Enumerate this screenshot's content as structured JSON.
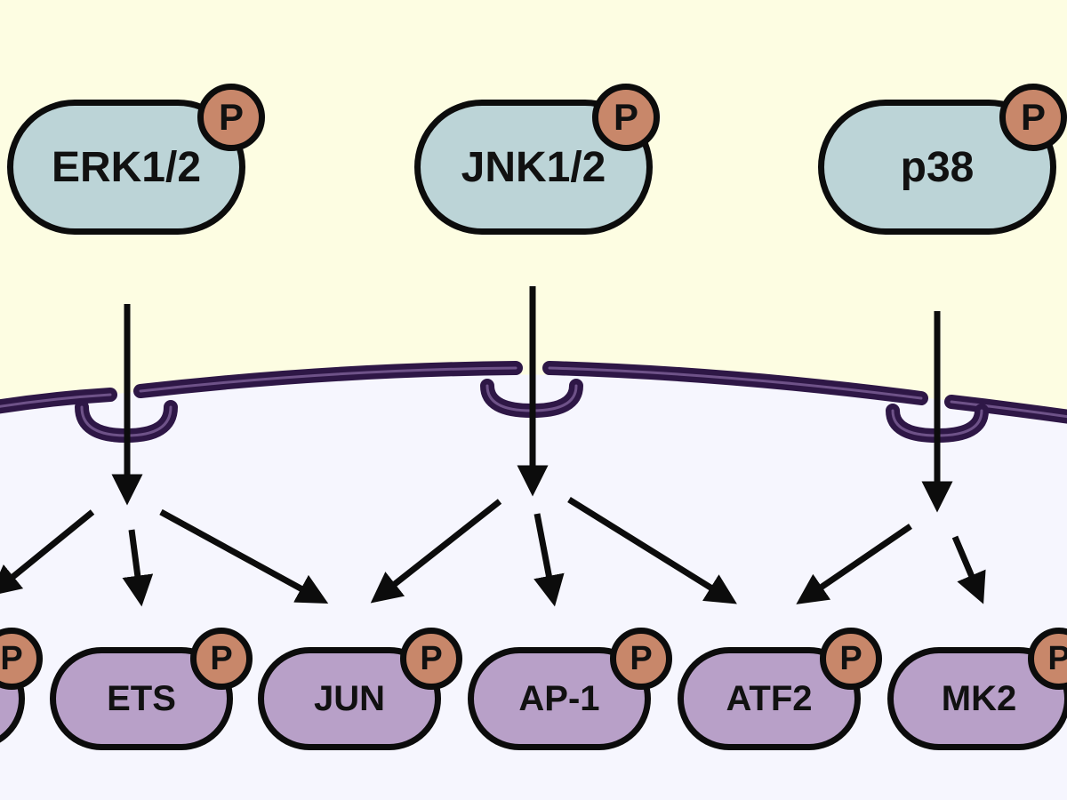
{
  "colors": {
    "cytoplasm": "#fdfde2",
    "nucleus": "#f6f6fe",
    "envelope": "#2e1746",
    "envelope_inner": "#6e5288",
    "kinase_fill": "#bcd4d7",
    "target_fill": "#b8a0c8",
    "phospho_fill": "#c8876a",
    "outline": "#0c0c0c"
  },
  "kinases": [
    {
      "label": "ERK1/2",
      "phospho": "P"
    },
    {
      "label": "JNK1/2",
      "phospho": "P"
    },
    {
      "label": "p38",
      "phospho": "P"
    }
  ],
  "targets": [
    {
      "label": "",
      "phospho": "P"
    },
    {
      "label": "ETS",
      "phospho": "P"
    },
    {
      "label": "JUN",
      "phospho": "P"
    },
    {
      "label": "AP-1",
      "phospho": "P"
    },
    {
      "label": "ATF2",
      "phospho": "P"
    },
    {
      "label": "MK2",
      "phospho": "P"
    }
  ]
}
